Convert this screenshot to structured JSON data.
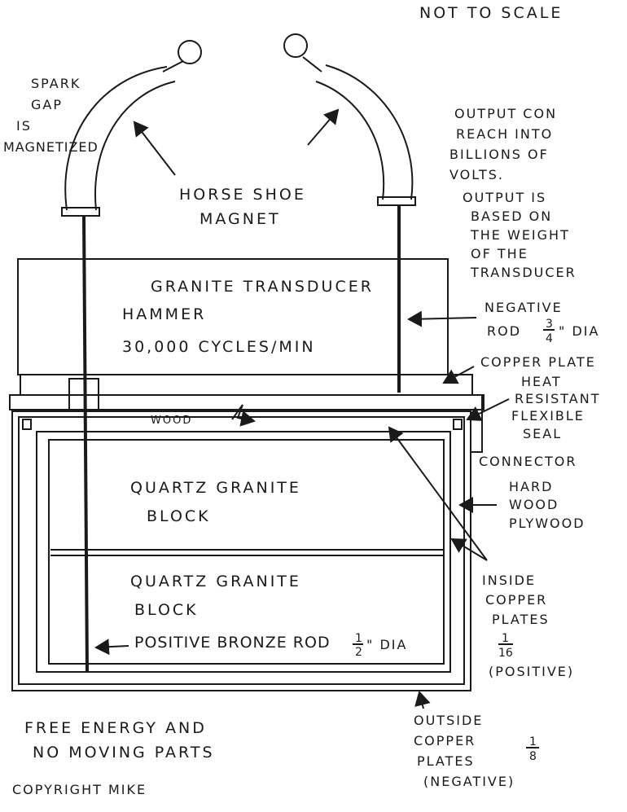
{
  "title_note": "NOT TO SCALE",
  "spark_gap": [
    "SPARK",
    "GAP",
    "IS",
    "MAGNETIZED"
  ],
  "magnet_label": [
    "HORSE SHOE",
    "MAGNET"
  ],
  "output_note": [
    "OUTPUT CON",
    "REACH INTO",
    "BILLIONS OF",
    "VOLTS."
  ],
  "output_basis": [
    "OUTPUT IS",
    "BASED ON",
    "THE WEIGHT",
    "OF THE",
    "TRANSDUCER"
  ],
  "negative_rod": {
    "line1": "NEGATIVE",
    "line2": "ROD",
    "frac_num": "3",
    "frac_den": "4",
    "unit": "\" DIA"
  },
  "transducer": [
    "GRANITE TRANSDUCER",
    "HAMMER",
    "30,000 CYCLES/MIN"
  ],
  "copper_plate": "COPPER PLATE",
  "seal": [
    "HEAT",
    "RESISTANT",
    "FLEXIBLE",
    "SEAL"
  ],
  "wood": "WOOD",
  "connector": "CONNECTOR",
  "plywood": [
    "HARD",
    "WOOD",
    "PLYWOOD"
  ],
  "block_upper": [
    "QUARTZ GRANITE",
    "BLOCK"
  ],
  "block_lower": [
    "QUARTZ GRANITE",
    "BLOCK"
  ],
  "positive_rod": {
    "label": "POSITIVE BRONZE ROD",
    "frac_num": "1",
    "frac_den": "2",
    "unit": "\" DIA"
  },
  "inside_plates": {
    "lines": [
      "INSIDE",
      "COPPER",
      "PLATES"
    ],
    "frac_num": "1",
    "frac_den": "16",
    "polarity": "(POSITIVE)"
  },
  "outside_plates": {
    "lines": [
      "OUTSIDE",
      "COPPER",
      "PLATES"
    ],
    "frac_num": "1",
    "frac_den": "8",
    "polarity": "(NEGATIVE)"
  },
  "footer": [
    "FREE ENERGY AND",
    "NO MOVING PARTS",
    "COPYRIGHT MIKE"
  ]
}
